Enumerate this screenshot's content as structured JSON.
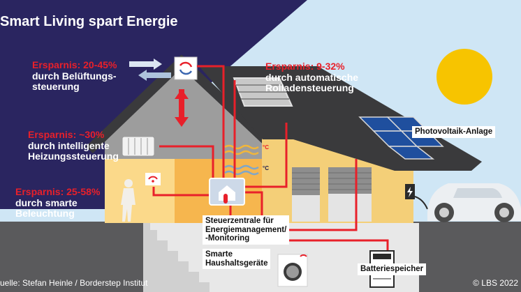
{
  "title": "Smart Living spart Energie",
  "savings": {
    "ventilation": {
      "amount": "Ersparnis: 20-45%",
      "line1": "durch Belüftungs-",
      "line2": "steuerung"
    },
    "heating": {
      "amount": "Ersparnis: ~30%",
      "line1": "durch intelligente",
      "line2": "Heizungssteuerung"
    },
    "lighting": {
      "amount": "Ersparnis: 25-58%",
      "line1": "durch smarte",
      "line2": "Beleuchtung"
    },
    "shutters": {
      "amount": "Ersparnis: 9-32%",
      "line1": "durch automatische",
      "line2": "Rolladensteuerung"
    }
  },
  "labels": {
    "photovoltaic": "Photovoltaik-Anlage",
    "control_line1": "Steuerzentrale für",
    "control_line2": "Energiemanagement/",
    "control_line3": "-Monitoring",
    "appliances_line1": "Smarte",
    "appliances_line2": "Haushaltsgeräte",
    "battery": "Batteriespeicher"
  },
  "temp_unit": "°C",
  "footer": {
    "source": "uelle: Stefan Heinle / Borderstep Institut",
    "copyright": "© LBS 2022"
  },
  "colors": {
    "navy": "#2a2560",
    "red": "#e8202a",
    "sky": "#cfe6f5",
    "sun": "#f7c400",
    "wall_yellow": "#f4cf78",
    "roof_dark": "#3a3a3c",
    "gray": "#9d9d9d"
  },
  "icons": [
    "ventilation-icon",
    "radiator-icon",
    "heat-wave-icon",
    "light-sensor-icon",
    "touch-panel-icon",
    "solar-panel-icon",
    "wall-charger-icon",
    "washing-machine-icon",
    "battery-icon",
    "electric-car-icon",
    "sun-icon",
    "person-icon"
  ]
}
